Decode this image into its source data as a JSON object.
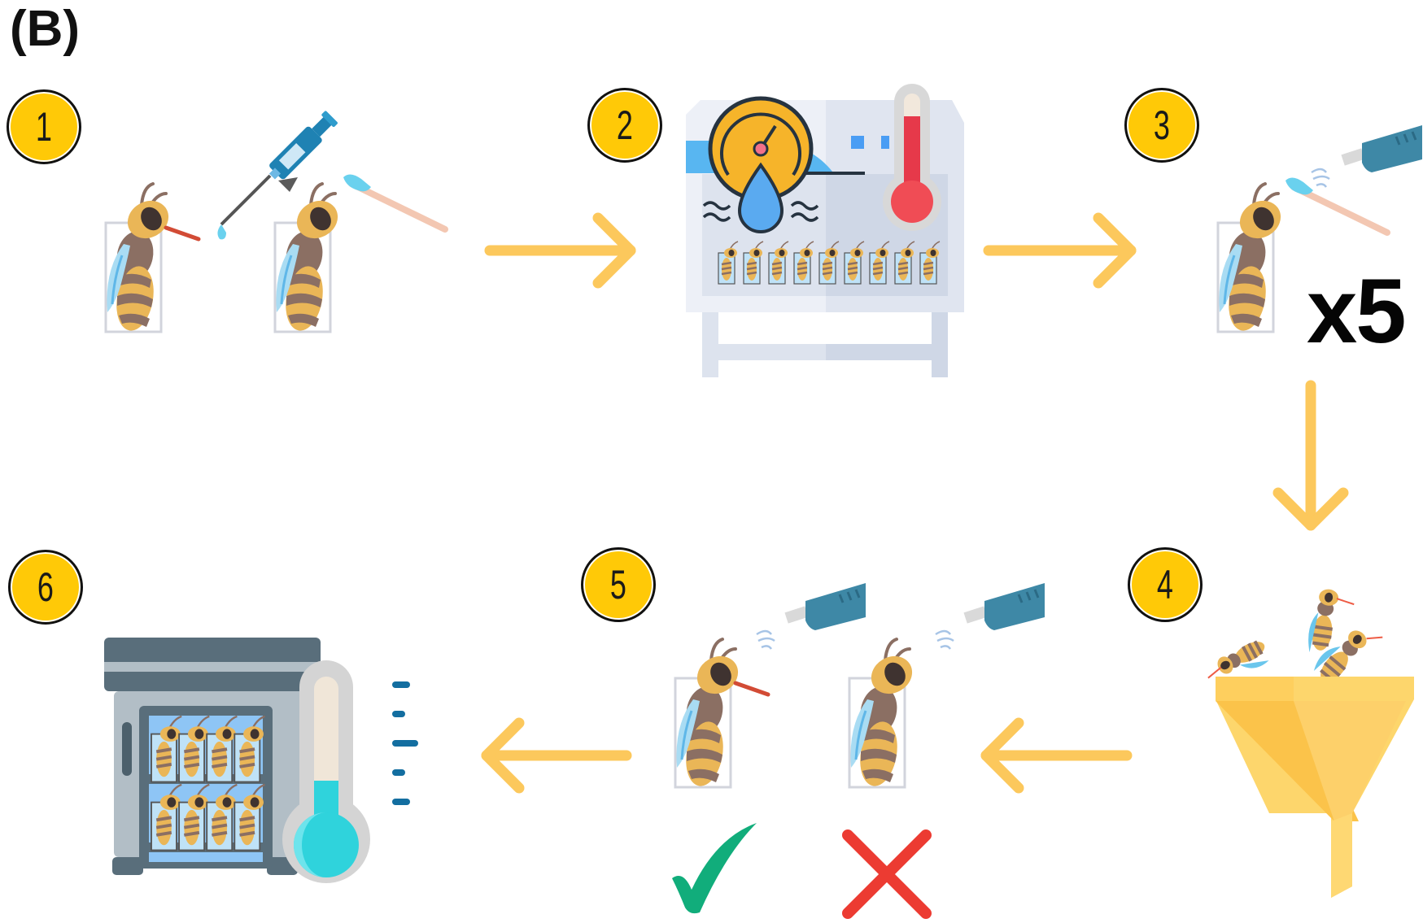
{
  "figure": {
    "panel_label": "(B)",
    "repeat_label": "x5",
    "steps": [
      {
        "number": "1"
      },
      {
        "number": "2"
      },
      {
        "number": "3"
      },
      {
        "number": "4"
      },
      {
        "number": "5"
      },
      {
        "number": "6"
      }
    ],
    "colors": {
      "badge": "#ffc907",
      "arrow": "#fcc85c",
      "bee_body": "#eab657",
      "bee_stripe": "#8b6f63",
      "wing": "#9fd5ef",
      "check": "#11ad7b",
      "cross": "#ec3b32"
    },
    "icons": {
      "step1": [
        "bee-icon",
        "pipette-icon",
        "bee-icon",
        "toothpick-icon"
      ],
      "step2": [
        "climate-chamber-icon",
        "humidity-gauge-icon",
        "thermometer-icon"
      ],
      "step3": [
        "bee-icon",
        "toothpick-icon",
        "spray-bottle-icon"
      ],
      "step4": [
        "funnel-icon",
        "bee-icon"
      ],
      "step5": [
        "bee-icon",
        "spray-bottle-icon",
        "check-icon",
        "cross-icon"
      ],
      "step6": [
        "incubator-icon",
        "thermometer-icon"
      ]
    }
  }
}
